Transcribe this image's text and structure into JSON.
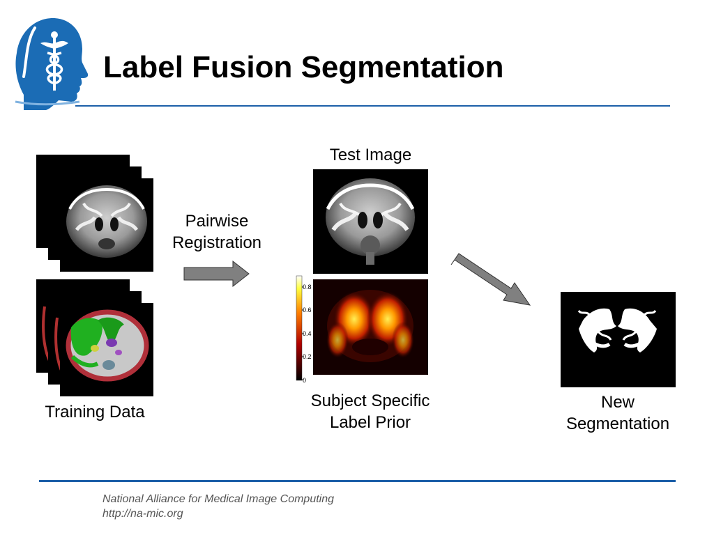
{
  "slide": {
    "title": "Label Fusion Segmentation"
  },
  "captions": {
    "training_data": "Training Data",
    "registration_line1": "Pairwise",
    "registration_line2": "Registration",
    "test_image": "Test Image",
    "prior_line1": "Subject Specific",
    "prior_line2": "Label Prior",
    "new_line1": "New",
    "new_line2": "Segmentation"
  },
  "colorbar": {
    "ticks": [
      "0.8",
      "0.6",
      "0.4",
      "0.2",
      "0"
    ]
  },
  "footer": {
    "org": "National Alliance for Medical Image Computing",
    "url": "http://na-mic.org"
  },
  "colors": {
    "accent_rule": "#1c5fa8",
    "logo_blue": "#1b6cb5",
    "arrow_fill": "#808080"
  },
  "icons": {
    "logo": "head-caduceus-logo"
  }
}
